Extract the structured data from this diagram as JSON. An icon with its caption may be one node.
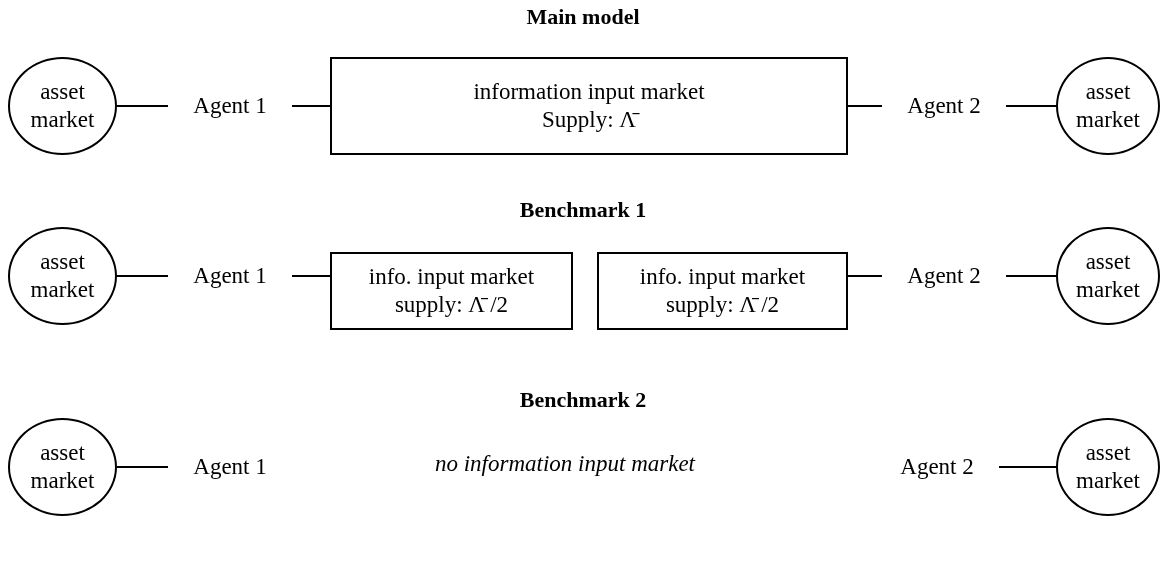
{
  "diagram": {
    "nodes": [
      {
        "text": [
          "asset market"
        ]
      },
      {
        "text": [
          "Agent 1"
        ]
      },
      {
        "text": [
          "information input market",
          "Supply: Λ̄"
        ]
      },
      {
        "text": [
          "Agent 2"
        ]
      },
      {
        "text": [
          "asset market"
        ]
      },
      {
        "text": [
          "asset market"
        ]
      },
      {
        "text": [
          "Agent 1"
        ]
      },
      {
        "text": [
          "info. input market",
          "supply: Λ̄ /2"
        ]
      },
      {
        "text": [
          "info. input market",
          "supply: Λ̄ /2"
        ]
      },
      {
        "text": [
          "Agent 2"
        ]
      },
      {
        "text": [
          "asset market"
        ]
      },
      {
        "text": [
          "asset market"
        ]
      },
      {
        "text": [
          "Agent 1"
        ]
      },
      {
        "text": [
          "Agent 2"
        ]
      },
      {
        "text": [
          "asset market"
        ]
      }
    ],
    "edges": [
      {
        "from": 0,
        "to": 1,
        "arrow": "none"
      },
      {
        "from": 1,
        "to": 2,
        "arrow": "none"
      },
      {
        "from": 2,
        "to": 3,
        "arrow": "none"
      },
      {
        "from": 3,
        "to": 4,
        "arrow": "none"
      },
      {
        "from": 5,
        "to": 6,
        "arrow": "none"
      },
      {
        "from": 6,
        "to": 7,
        "arrow": "none"
      },
      {
        "from": 8,
        "to": 9,
        "arrow": "none"
      },
      {
        "from": 9,
        "to": 10,
        "arrow": "none"
      },
      {
        "from": 11,
        "to": 12,
        "arrow": "none"
      },
      {
        "from": 13,
        "to": 14,
        "arrow": "none"
      }
    ],
    "labels": [
      "Main model",
      "Benchmark 1",
      "no information input market",
      "Benchmark 2"
    ]
  }
}
